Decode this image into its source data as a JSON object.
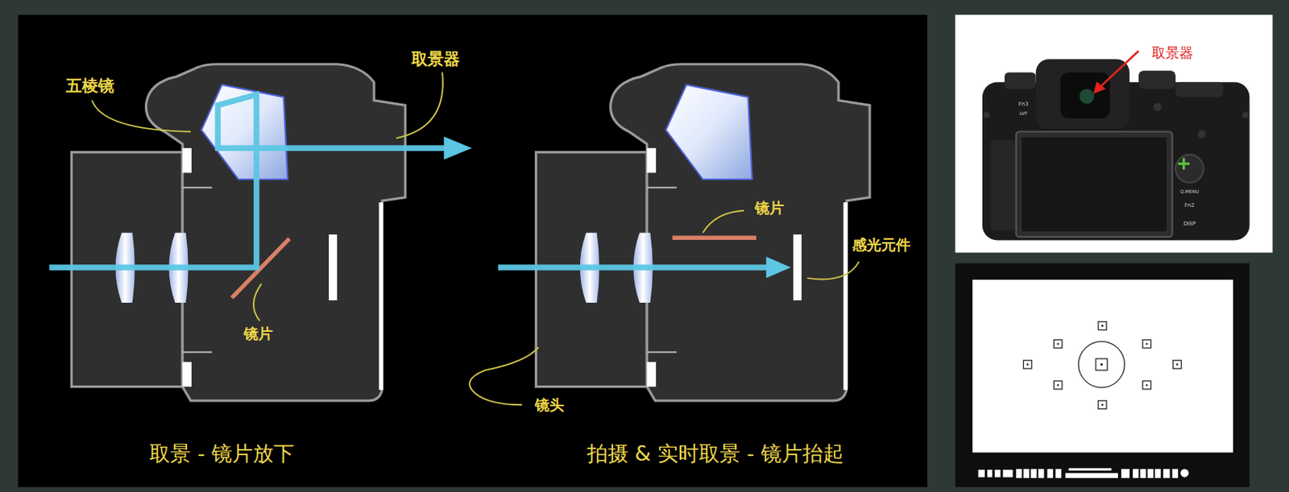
{
  "diagram": {
    "labels": [
      "五棱镜",
      "取景器",
      "镜片",
      "取景 - 镜片放下",
      "镜片",
      "感光元件",
      "镜头",
      "拍摄 & 实时取景 - 镜片抬起",
      "取景器",
      "Fn3",
      "LVF",
      "Q.MENU",
      "Fn2",
      "DISP"
    ]
  }
}
